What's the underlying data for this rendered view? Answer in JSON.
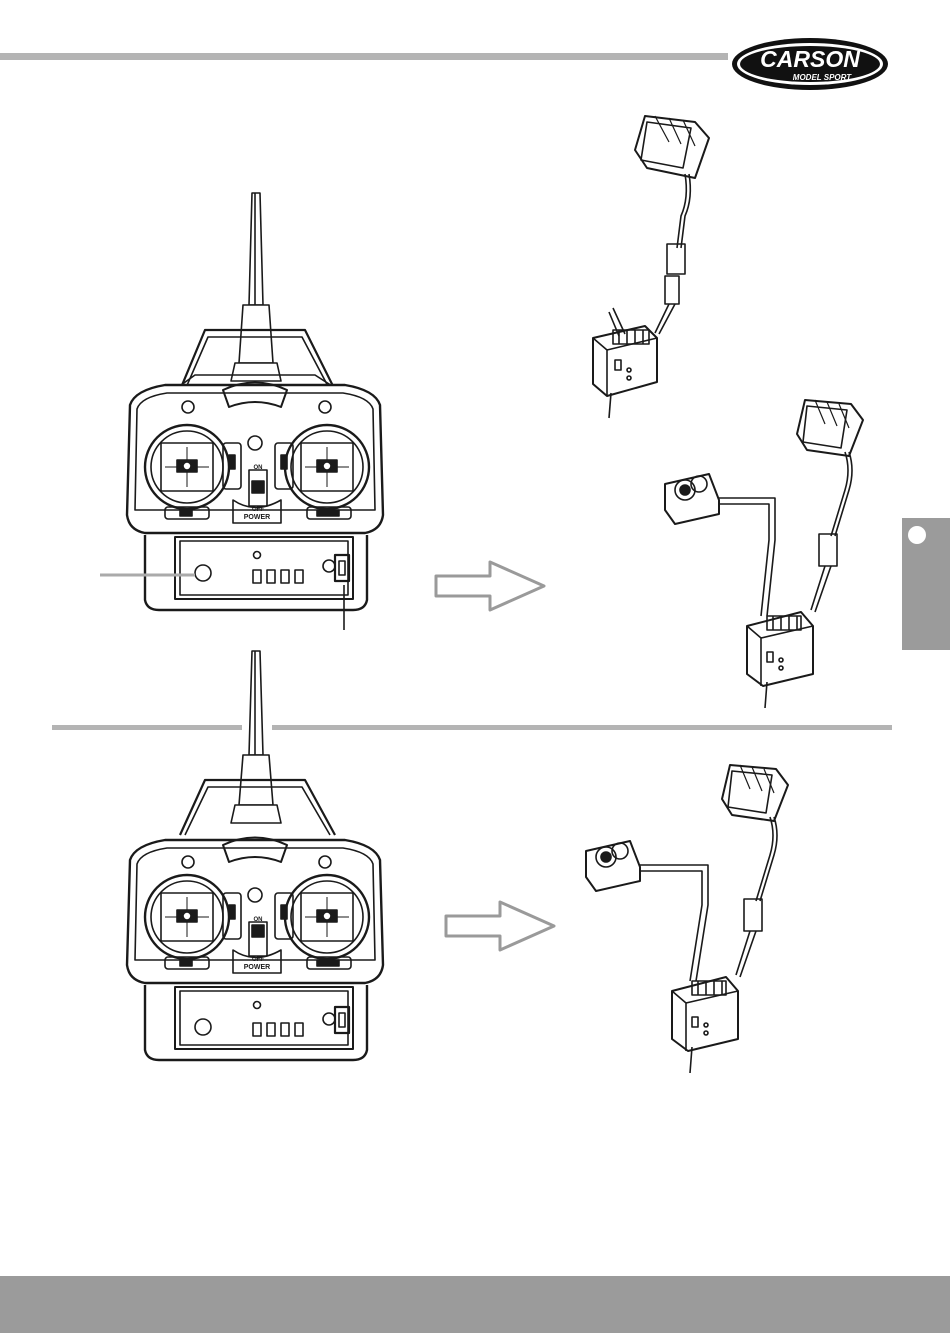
{
  "logo": {
    "brand": "CARSON",
    "sub": "MODEL SPORT"
  },
  "transmitter": {
    "switch_on": "ON",
    "switch_off": "OFF",
    "switch_power": "POWER"
  },
  "icons": [
    "transmitter-illustration",
    "receiver-battery-illustration",
    "servo-receiver-battery-illustration",
    "arrow-right-icon"
  ],
  "colors": {
    "rule_gray": "#b4b4b4",
    "band_gray": "#9b9b9b",
    "line_dark": "#1a1a1a"
  }
}
